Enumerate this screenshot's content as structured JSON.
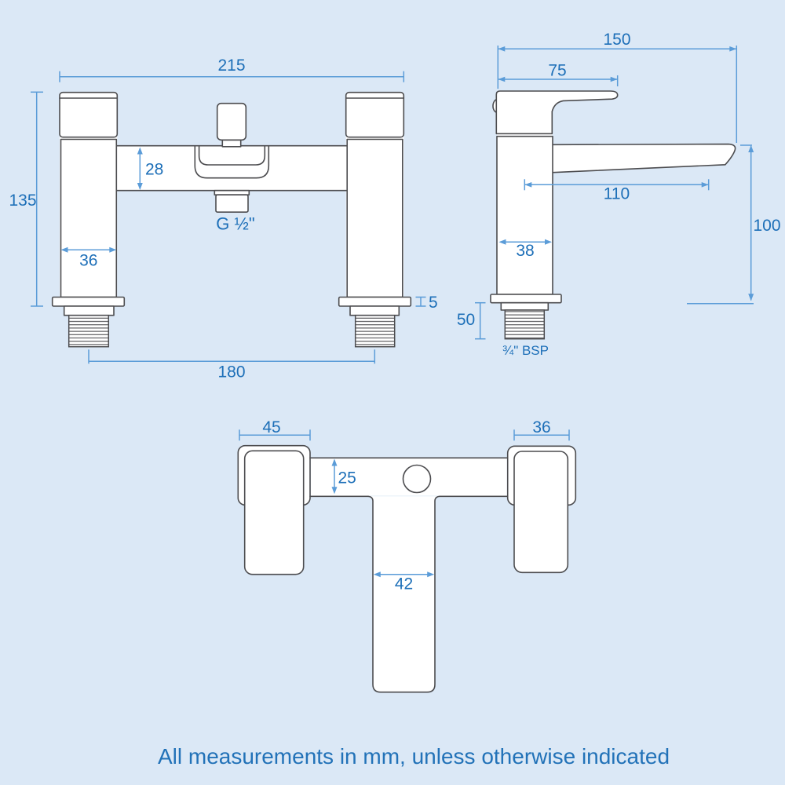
{
  "note": "All measurements in mm, unless otherwise indicated",
  "colors": {
    "background": "#dbe8f6",
    "outline": "#4c4c4f",
    "dimension_line": "#5b9cd8",
    "dimension_text": "#1d6fb8"
  },
  "views": {
    "front": {
      "dims": {
        "overall_width": "215",
        "overall_height": "135",
        "bar_height": "28",
        "pillar_width": "36",
        "outlet_thread": "G ½\"",
        "flange_thickness": "5",
        "tail_centres": "180"
      }
    },
    "side": {
      "dims": {
        "overall_depth": "150",
        "handle_reach": "75",
        "spout_reach": "110",
        "spout_height": "100",
        "body_depth": "38",
        "tail_length": "50",
        "inlet_thread": "¾\" BSP"
      }
    },
    "top": {
      "dims": {
        "handle_width": "45",
        "body_width": "36",
        "bar_depth": "25",
        "spout_width": "42"
      }
    }
  }
}
